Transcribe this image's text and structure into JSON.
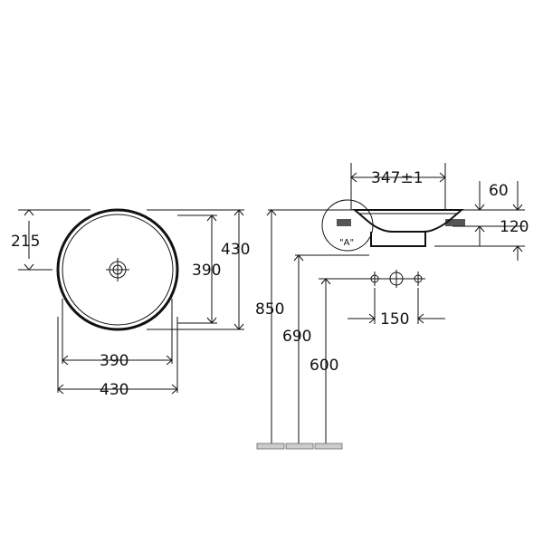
{
  "top_view": {
    "dimensions": {
      "height_offset": "215",
      "outer_height": "430",
      "inner_height": "390",
      "inner_width": "390",
      "outer_width": "430"
    }
  },
  "side_view": {
    "dimensions": {
      "mounting_width": "347±1",
      "rim_height": "60",
      "total_height": "120",
      "floor_height_1": "850",
      "floor_height_2": "690",
      "floor_height_3": "600",
      "tap_spacing": "150"
    },
    "detail_label": "\"A\""
  },
  "colors": {
    "line": "#111111",
    "floor": "#cccccc"
  }
}
